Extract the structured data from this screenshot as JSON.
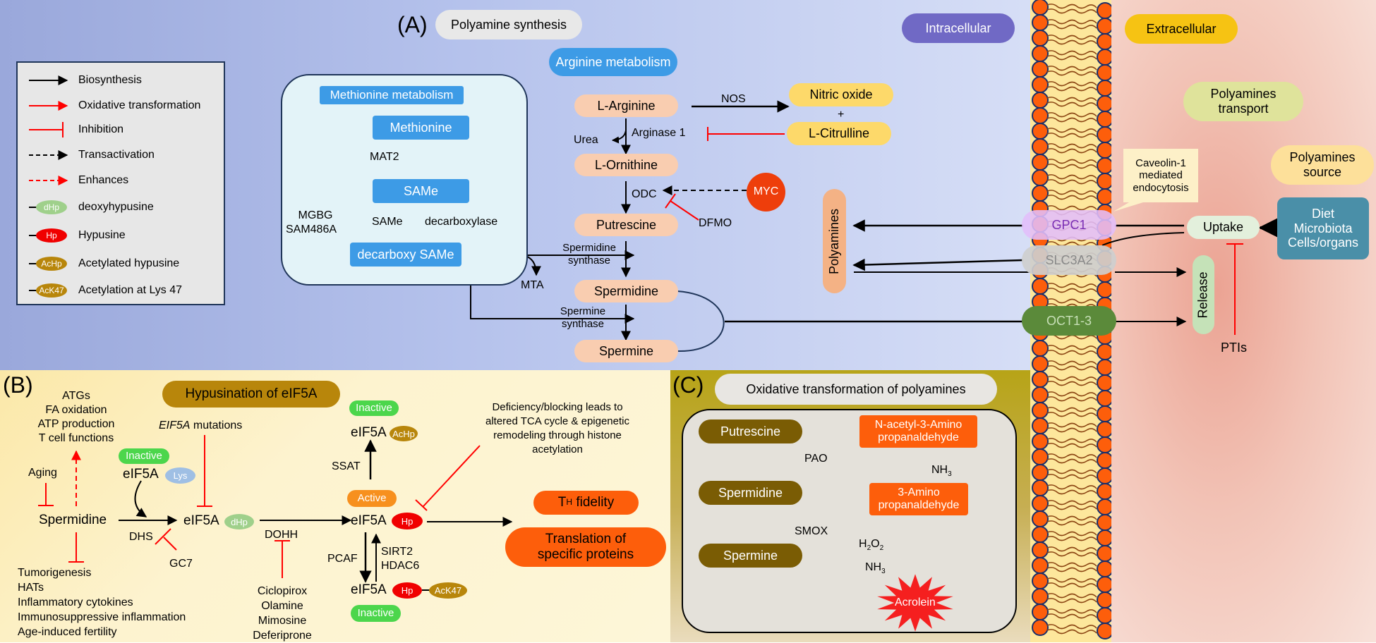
{
  "colors": {
    "biosynthesis": "#000000",
    "oxidative": "#ff0000",
    "inhibition": "#ff0000",
    "enhances": "#ff0000",
    "dhp": "#9fd08b",
    "hp": "#f00000",
    "achp": "#b8860b",
    "methionine_blue": "#3d9be6",
    "arginine_peach": "#f9cdb0",
    "yellow_product": "#fdd96a",
    "intracellular": "#7069c5",
    "extracellular": "#f6c313"
  },
  "legend": {
    "items": [
      {
        "type": "arrow-black",
        "label": "Biosynthesis"
      },
      {
        "type": "arrow-red",
        "label": "Oxidative transformation"
      },
      {
        "type": "inhibit-red",
        "label": "Inhibition"
      },
      {
        "type": "dashed-black",
        "label": "Transactivation"
      },
      {
        "type": "dashed-red",
        "label": "Enhances"
      },
      {
        "type": "tag-dhp",
        "tag": "dHp",
        "label": "deoxyhypusine"
      },
      {
        "type": "tag-hp",
        "tag": "Hp",
        "label": "Hypusine"
      },
      {
        "type": "tag-achp",
        "tag": "AcHp",
        "label": "Acetylated hypusine"
      },
      {
        "type": "tag-ack47",
        "tag": "AcK47",
        "label": "Acetylation at Lys 47"
      }
    ]
  },
  "panel_a": {
    "letter": "(A)",
    "title": "Polyamine synthesis",
    "methionine": {
      "header": "Methionine metabolism",
      "methionine": "Methionine",
      "mat2": "MAT2",
      "same": "SAMe",
      "inhibitors": [
        "MGBG",
        "SAM486A"
      ],
      "same_enzyme_left": "SAMe",
      "same_enzyme_right": "decarboxylase",
      "decarboxy": "decarboxy SAMe",
      "mta": "MTA"
    },
    "arginine": {
      "header": "Arginine metabolism",
      "l_arginine": "L-Arginine",
      "nos": "NOS",
      "nitric_oxide": "Nitric oxide",
      "plus": "+",
      "l_citrulline": "L-Citrulline",
      "urea": "Urea",
      "arginase": "Arginase 1",
      "l_ornithine": "L-Ornithine",
      "odc": "ODC",
      "myc": "MYC",
      "dfmo": "DFMO",
      "putrescine": "Putrescine",
      "spd_synthase": [
        "Spermidine",
        "synthase"
      ],
      "spermidine": "Spermidine",
      "spm_synthase": [
        "Spermine",
        "synthase"
      ],
      "spermine": "Spermine"
    },
    "polyamines": "Polyamines",
    "intracellular": "Intracellular",
    "extracellular": "Extracellular"
  },
  "transport": {
    "polyamines_transport": [
      "Polyamines",
      "transport"
    ],
    "polyamines_source": [
      "Polyamines",
      "source"
    ],
    "caveolin": [
      "Caveolin-1",
      "mediated",
      "endocytosis"
    ],
    "gpc1": "GPC1",
    "slc3a2": "SLC3A2",
    "oct": "OCT1-3",
    "uptake": "Uptake",
    "release": "Release",
    "sources": [
      "Diet",
      "Microbiota",
      "Cells/organs"
    ],
    "ptis": "PTIs"
  },
  "panel_b": {
    "letter": "(B)",
    "title": "Hypusination of eIF5A",
    "enhanced": [
      "ATGs",
      "FA oxidation",
      "ATP production",
      "T cell functions"
    ],
    "aging": "Aging",
    "spermidine": "Spermidine",
    "inhibited": [
      "Tumorigenesis",
      "HATs",
      "Inflammatory cytokines",
      "Immunosuppressive inflammation",
      "Age-induced fertility"
    ],
    "mutations_italic": "EIF5A",
    "mutations_rest": " mutations",
    "inactive": "Inactive",
    "active": "Active",
    "eif5a": "eIF5A",
    "lys": "Lys",
    "dhp": "dHp",
    "hp": "Hp",
    "achp": "AcHp",
    "ack47": "AcK47",
    "dhs": "DHS",
    "gc7": "GC7",
    "dohh": "DOHH",
    "dohh_inhibitors": [
      "Ciclopirox",
      "Olamine",
      "Mimosine",
      "Deferiprone"
    ],
    "ssat": "SSAT",
    "pcaf": "PCAF",
    "sirt": [
      "SIRT2",
      "HDAC6"
    ],
    "deficiency": [
      "Deficiency/blocking leads to",
      "altered TCA cycle & epigenetic",
      "remodeling through histone",
      "acetylation"
    ],
    "th_main": "T",
    "th_sub": "H",
    "th_rest": " fidelity",
    "translation": [
      "Translation of",
      "specific proteins"
    ]
  },
  "panel_c": {
    "letter": "(C)",
    "title": "Oxidative transformation of polyamines",
    "putrescine": "Putrescine",
    "spermidine": "Spermidine",
    "spermine": "Spermine",
    "pao": "PAO",
    "smox": "SMOX",
    "n_acetyl": [
      "N-acetyl-3-Amino",
      "propanaldehyde"
    ],
    "amino": [
      "3-Amino",
      "propanaldehyde"
    ],
    "nh3_main": "NH",
    "nh3_sub": "3",
    "h2o2": {
      "a": "H",
      "b": "2",
      "c": "O",
      "d": "2"
    },
    "acrolein": "Acrolein"
  }
}
